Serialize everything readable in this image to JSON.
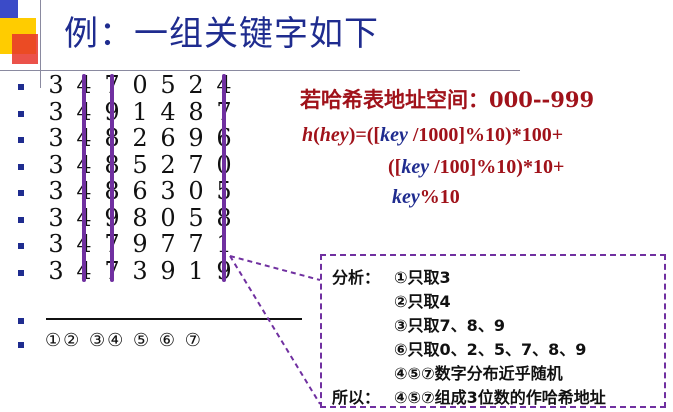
{
  "title": "例：一组关键字如下",
  "digit_rows": [
    [
      "3",
      "4",
      "7",
      "0",
      "5",
      "2",
      "4"
    ],
    [
      "3",
      "4",
      "9",
      "1",
      "4",
      "8",
      "7"
    ],
    [
      "3",
      "4",
      "8",
      "2",
      "6",
      "9",
      "6"
    ],
    [
      "3",
      "4",
      "8",
      "5",
      "2",
      "7",
      "0"
    ],
    [
      "3",
      "4",
      "8",
      "6",
      "3",
      "0",
      "5"
    ],
    [
      "3",
      "4",
      "9",
      "8",
      "0",
      "5",
      "8"
    ],
    [
      "3",
      "4",
      "7",
      "9",
      "7",
      "7",
      "1"
    ],
    [
      "3",
      "4",
      "7",
      "3",
      "9",
      "1",
      "9"
    ]
  ],
  "highlight_columns": [
    1,
    2,
    6
  ],
  "column_labels": "①② ③④ ⑤ ⑥ ⑦",
  "address_space": "若哈希表地址空间：000--999",
  "formula": {
    "l1_h": "h",
    "l1_a": "(",
    "l1_hey": "hey",
    "l1_b": ")=([",
    "l1_key": "key",
    "l1_c": " /1000]%10)*100+",
    "l2_a": "([",
    "l2_key": "key",
    "l2_b": " /100]%10)*10+",
    "l3_key": "key",
    "l3_a": "%10"
  },
  "analysis": {
    "label": "分析：",
    "lines": [
      "①只取3",
      "②只取4",
      "③只取7、8、9",
      "⑥只取0、2、5、7、8、9",
      "④⑤⑦数字分布近乎随机"
    ],
    "conclusion_label": "所以：",
    "conclusion": "④⑤⑦组成3位数的作哈希地址"
  },
  "colors": {
    "title": "#1f2c8f",
    "formula": "#a0121a",
    "highlight": "#7030a0"
  }
}
